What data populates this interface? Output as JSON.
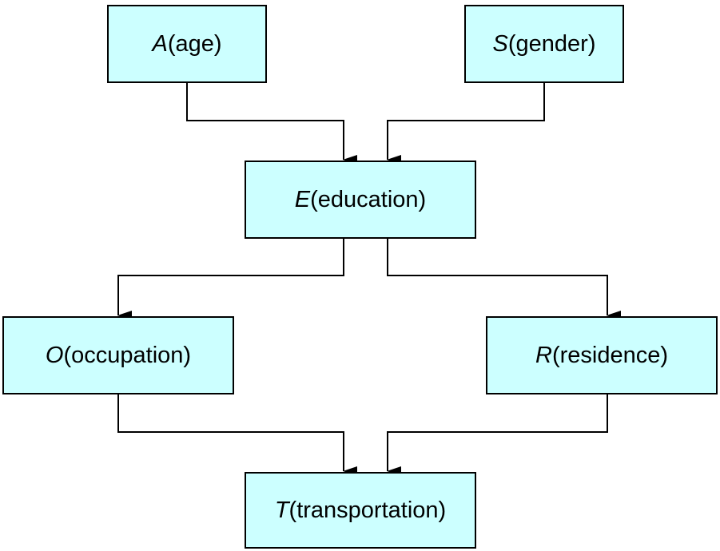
{
  "colors": {
    "node_fill": "#ccffff",
    "node_border": "#000000",
    "edge": "#000000"
  },
  "nodes": {
    "age": {
      "var": "A",
      "label": " (age)"
    },
    "gender": {
      "var": "S",
      "label": " (gender)"
    },
    "education": {
      "var": "E",
      "label": " (education)"
    },
    "occupation": {
      "var": "O",
      "label": " (occupation)"
    },
    "residence": {
      "var": "R",
      "label": " (residence)"
    },
    "transportation": {
      "var": "T",
      "label": " (transportation)"
    }
  },
  "edges": [
    {
      "from": "age",
      "to": "education"
    },
    {
      "from": "gender",
      "to": "education"
    },
    {
      "from": "education",
      "to": "occupation"
    },
    {
      "from": "education",
      "to": "residence"
    },
    {
      "from": "occupation",
      "to": "transportation"
    },
    {
      "from": "residence",
      "to": "transportation"
    }
  ]
}
